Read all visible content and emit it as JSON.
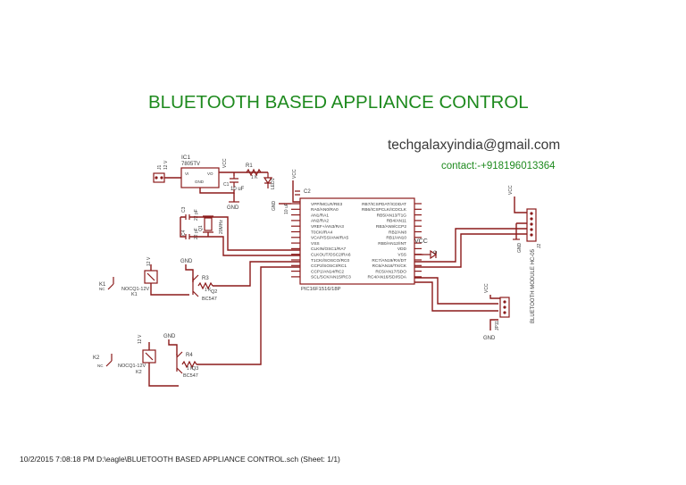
{
  "title": "BLUETOOTH BASED APPLIANCE CONTROL",
  "email": "techgalaxyindia@gmail.com",
  "contact": "contact:-+918196013364",
  "footer": "10/2/2015 7:08:18 PM  D:\\eagle\\BLUETOOTH BASED APPLIANCE CONTROL.sch (Sheet: 1/1)",
  "colors": {
    "title": "#1e8a1e",
    "wire": "#8b1a1a",
    "text": "#3a3a3a"
  },
  "parts": {
    "ic1": {
      "ref": "IC1",
      "value": "7805TV",
      "pins": [
        "VI",
        "VO",
        "GND"
      ]
    },
    "j1": {
      "ref": "J1",
      "value": "12 V"
    },
    "c1": {
      "ref": "C1",
      "value": "10 uF"
    },
    "r1": {
      "ref": "R1",
      "value": "1 K"
    },
    "led1": {
      "ref": "LED1"
    },
    "mcu": {
      "ref": "PIC16F1516/18P",
      "left_pins": [
        "VPP/MCLR/RE3",
        "RA0/AN0/RA0",
        "AN1/RA1",
        "AN2/RA2",
        "VREF+/AN3/RA3",
        "T0CKI/RA4",
        "VCAP/SS/AN4/RA5",
        "VSS",
        "CLKIN/OSC1/RA7",
        "CLKOUT/OSC2/RA6",
        "T1CKI/SOSCO/RC0",
        "CCP2/SOSCI/RC1",
        "CCP1/AN14/RC2",
        "SCL/SCK/AN15/RC3"
      ],
      "right_pins": [
        "RB7/ICSPDAT/ICDDAT",
        "RB6/ICSPCLK/ICDCLK",
        "RB5/AN13/T1G",
        "RB4/AN11",
        "RB3/AN9/CCP2",
        "RB2/AN8",
        "RB1/AN10",
        "RB0/AN12/INT",
        "VDD",
        "VSS",
        "RC7/AN19/RX/DT",
        "RC6/AN18/TX/CK",
        "RC5/AN17/SDO",
        "RC4/AN16/SDI/SDA"
      ]
    },
    "c2": {
      "ref": "C2"
    },
    "c3": {
      "ref": "C3",
      "value": "22 pF"
    },
    "c4": {
      "ref": "C4",
      "value": "22 pF"
    },
    "q1": {
      "ref": "Q1",
      "value": "20MHz"
    },
    "k1": {
      "ref": "K1",
      "value": "NOCQ1-12V",
      "nc": "NC"
    },
    "k2": {
      "ref": "K2",
      "value": "NOCQ1-12V",
      "nc": "NC"
    },
    "r3": {
      "ref": "R3",
      "value": "1 K"
    },
    "r4": {
      "ref": "R4",
      "value": "1 K"
    },
    "q2": {
      "ref": "Q2",
      "value": "BC547"
    },
    "q3": {
      "ref": "Q3",
      "value": "BC547"
    },
    "d": {
      "ref": "D"
    },
    "bt": {
      "ref": "J2",
      "value": "BLUETOOTH MODULE HC-05"
    },
    "jp1": {
      "ref": "JP11"
    }
  },
  "labels": {
    "vcc": "VCC",
    "gnd": "GND",
    "v12": "12 V"
  }
}
